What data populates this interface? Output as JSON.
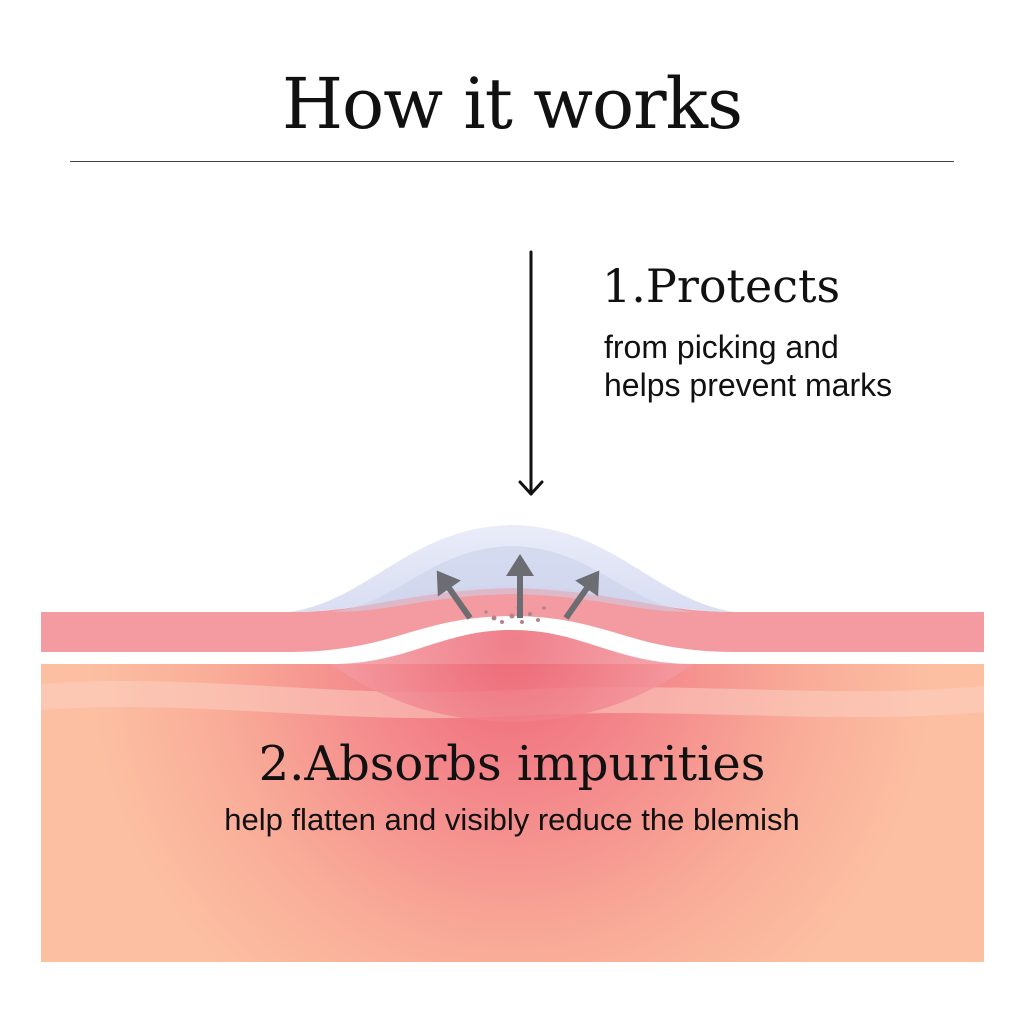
{
  "title": "How it works",
  "step1": {
    "heading": "1.Protects",
    "description_lines": [
      "from picking and",
      "helps prevent marks"
    ]
  },
  "step2": {
    "heading": "2.Absorbs impurities",
    "description": "help flatten and visibly reduce the blemish"
  },
  "colors": {
    "skin_top_band": "#f39ba0",
    "skin_body": "#fbb8a0",
    "blemish_core": "#ee6f7c",
    "patch": "#dfe3f4",
    "arrows": "#6b6d72",
    "text": "#111111"
  },
  "icons": [
    "down-arrow-icon",
    "up-arrow-icon"
  ]
}
